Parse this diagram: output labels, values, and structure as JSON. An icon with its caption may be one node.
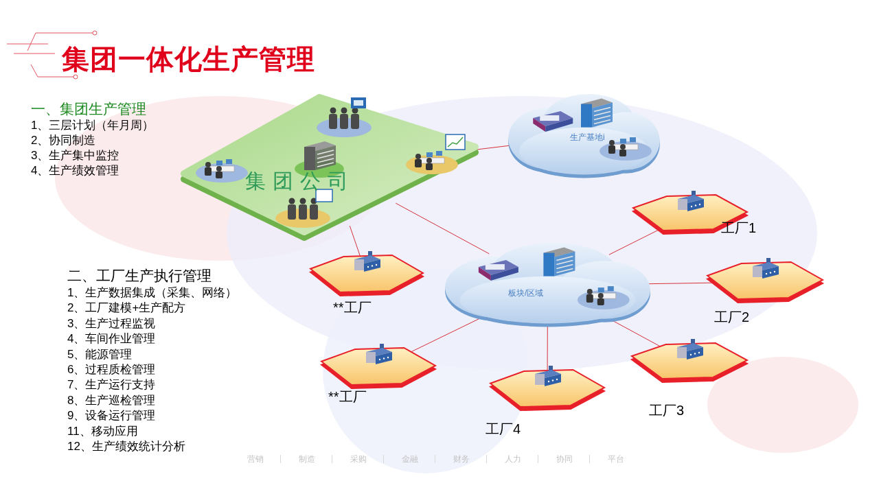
{
  "diagram": {
    "title": "集团一体化生产管理",
    "nodes": [
      {
        "text": [
          "集团公司"
        ]
      },
      {
        "text": [
          "生产基地i"
        ]
      },
      {
        "text": [
          "板块/区域"
        ]
      },
      {
        "text": [],
        "shape": "hexagon",
        "beside": [
          "工厂1"
        ]
      },
      {
        "text": [],
        "shape": "hexagon",
        "beside": [
          "工厂2"
        ]
      },
      {
        "text": [],
        "shape": "hexagon",
        "beside": [
          "工厂3"
        ]
      },
      {
        "text": [],
        "shape": "hexagon",
        "beside": [
          "工厂4"
        ]
      },
      {
        "text": [],
        "shape": "hexagon",
        "beside": [
          "**工厂"
        ]
      },
      {
        "text": [],
        "shape": "hexagon",
        "beside": [
          "**工厂"
        ]
      }
    ],
    "edges": [
      {
        "from": 0,
        "to": 1,
        "arrow": "none"
      },
      {
        "from": 0,
        "to": 2,
        "arrow": "none"
      },
      {
        "from": 0,
        "to": 8,
        "arrow": "none"
      },
      {
        "from": 2,
        "to": 3,
        "arrow": "none"
      },
      {
        "from": 2,
        "to": 4,
        "arrow": "none"
      },
      {
        "from": 2,
        "to": 5,
        "arrow": "none"
      },
      {
        "from": 2,
        "to": 6,
        "arrow": "none"
      },
      {
        "from": 2,
        "to": 7,
        "arrow": "none"
      }
    ],
    "labels": [
      "一、集团生产管理",
      "1、三层计划（年月周）",
      "2、协同制造",
      "3、生产集中监控",
      "4、生产绩效管理",
      "二、工厂生产执行管理",
      "1、生产数据集成（采集、网络）",
      "2、工厂建模+生产配方",
      "3、生产过程监视",
      "4、车间作业管理",
      "5、能源管理",
      "6、过程质检管理",
      "7、生产运行支持",
      "8、生产巡检管理",
      "9、设备运行管理",
      "11、移动应用",
      "12、生产绩效统计分析",
      "营销",
      "制造",
      "采购",
      "金融",
      "财务",
      "人力",
      "协同",
      "平台"
    ]
  }
}
